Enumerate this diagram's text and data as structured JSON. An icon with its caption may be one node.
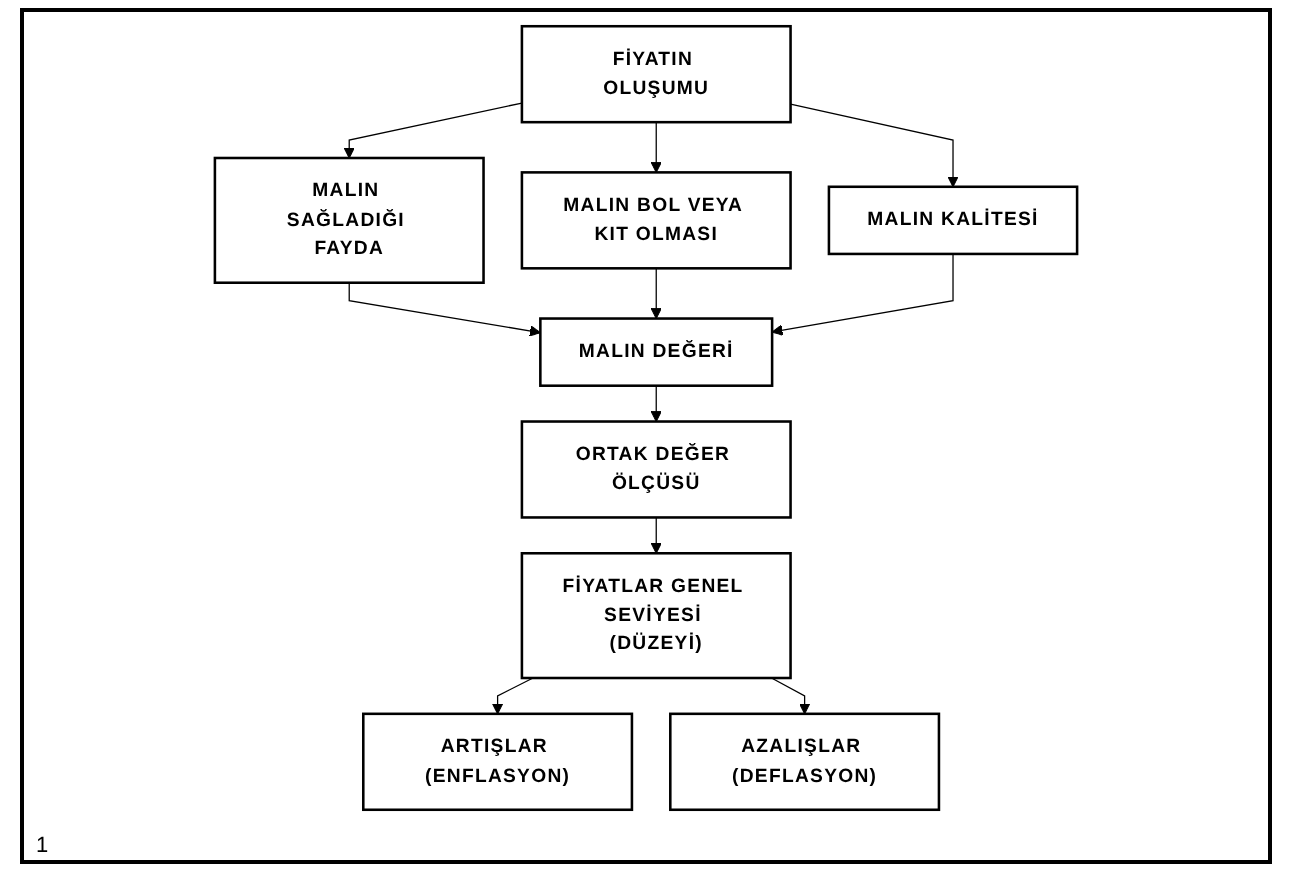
{
  "diagram": {
    "nodes": [
      {
        "text": [
          "FİYATIN OLUŞUMU"
        ]
      },
      {
        "text": [
          "MALIN SAĞLADIĞI FAYDA"
        ]
      },
      {
        "text": [
          "MALIN BOL VEYA KIT OLMASI"
        ]
      },
      {
        "text": [
          "MALIN KALİTESİ"
        ]
      },
      {
        "text": [
          "MALIN DEĞERİ"
        ]
      },
      {
        "text": [
          "ORTAK DEĞER ÖLÇÜSÜ"
        ]
      },
      {
        "text": [
          "FİYATLAR GENEL SEVİYESİ (DÜZEYİ)"
        ]
      },
      {
        "text": [
          "ARTIŞLAR (ENFLASYON)"
        ]
      },
      {
        "text": [
          "AZALIŞLAR (DEFLASYON)"
        ]
      }
    ],
    "edges": [
      {
        "from": 0,
        "to": 1,
        "arrow": "to"
      },
      {
        "from": 0,
        "to": 2,
        "arrow": "to"
      },
      {
        "from": 0,
        "to": 3,
        "arrow": "to"
      },
      {
        "from": 1,
        "to": 4,
        "arrow": "to"
      },
      {
        "from": 2,
        "to": 4,
        "arrow": "to"
      },
      {
        "from": 3,
        "to": 4,
        "arrow": "to"
      },
      {
        "from": 4,
        "to": 5,
        "arrow": "to"
      },
      {
        "from": 5,
        "to": 6,
        "arrow": "to"
      },
      {
        "from": 6,
        "to": 7,
        "arrow": "to"
      },
      {
        "from": 6,
        "to": 8,
        "arrow": "to"
      }
    ],
    "labels": [
      "1"
    ]
  }
}
